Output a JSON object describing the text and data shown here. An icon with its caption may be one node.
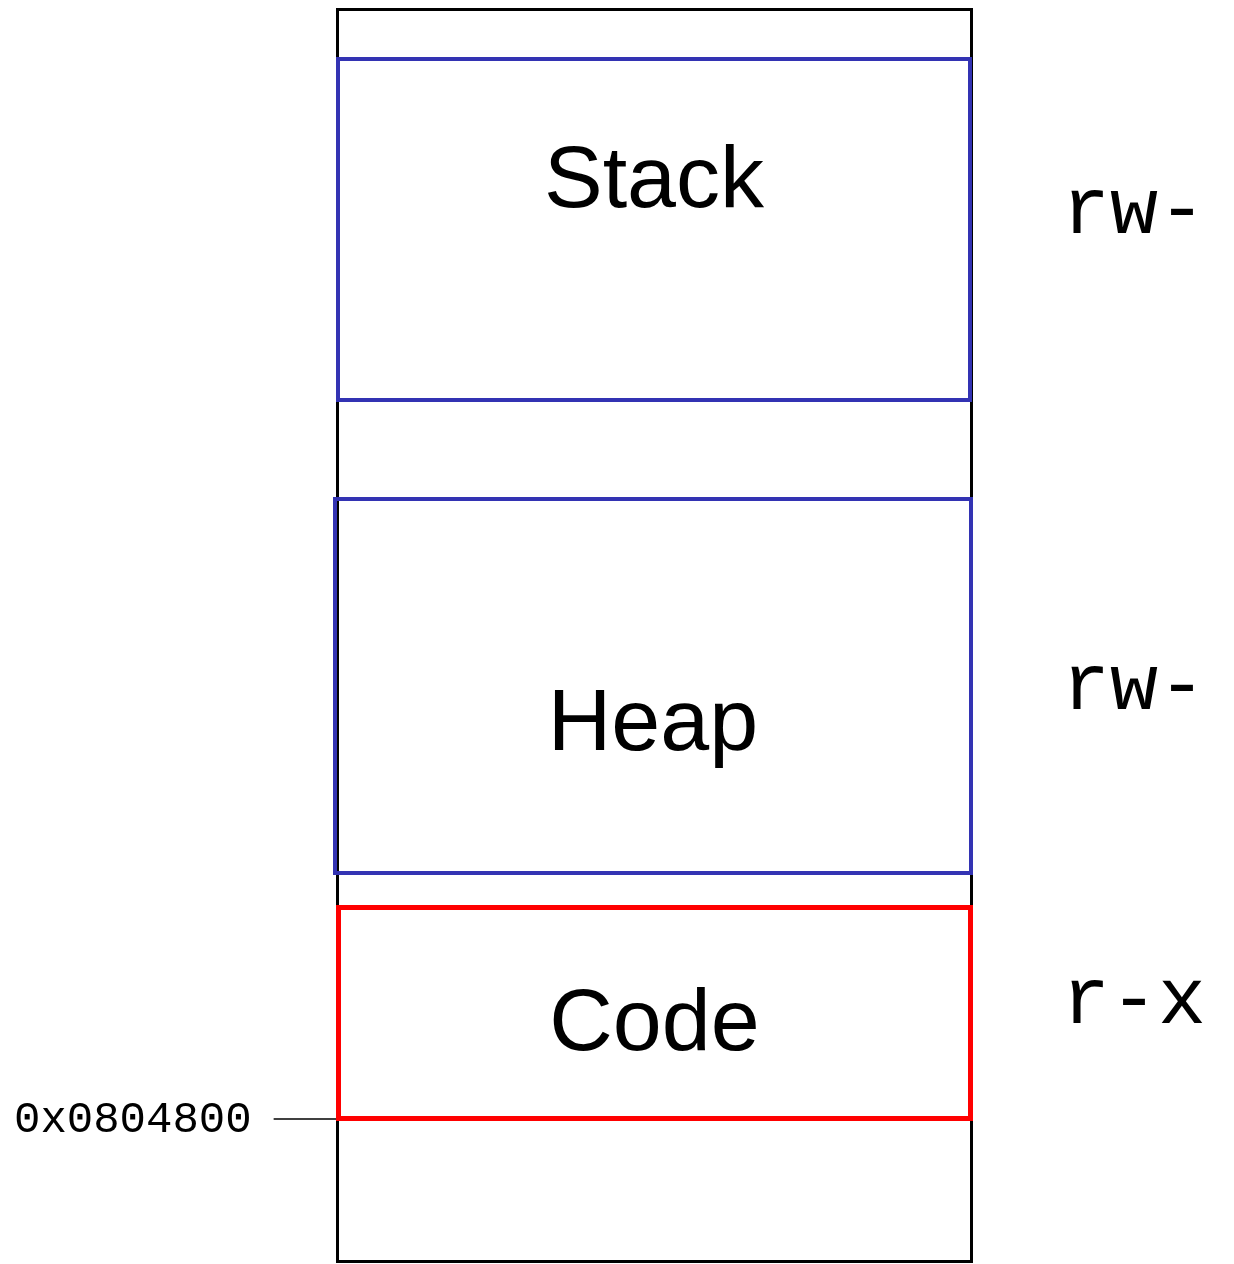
{
  "diagram": {
    "nodes": [
      {
        "text": [],
        "shape": "box"
      },
      {
        "text": [
          "Stack"
        ],
        "in": 0
      },
      {
        "text": [
          "Heap"
        ],
        "in": 0
      },
      {
        "text": [
          "Code"
        ],
        "in": 0
      },
      {
        "text": [
          "0x0804800"
        ]
      }
    ],
    "edges": [
      {
        "from": 4,
        "to": 3,
        "arrow": "none"
      }
    ],
    "labels": [
      "rw-",
      "rw-",
      "r-x"
    ]
  }
}
